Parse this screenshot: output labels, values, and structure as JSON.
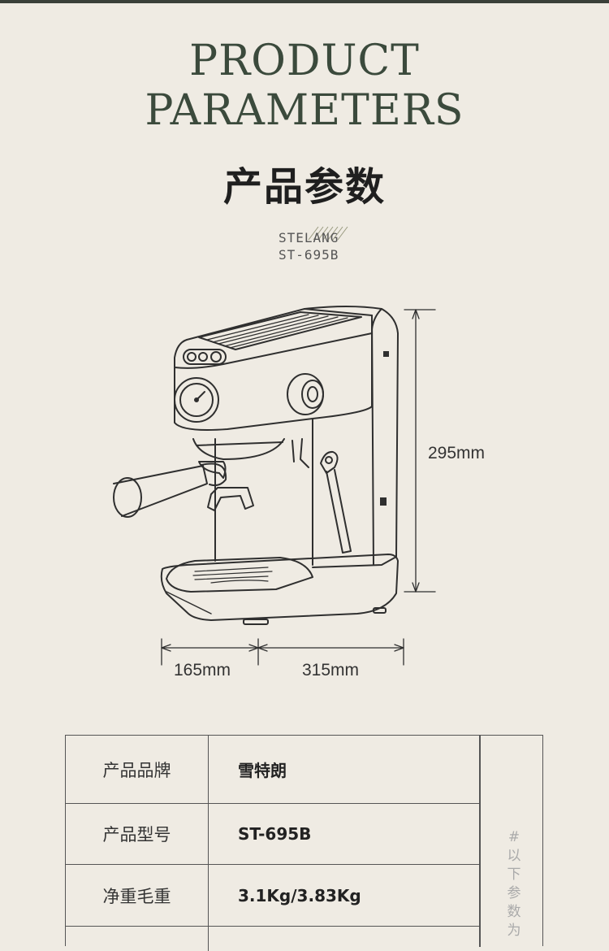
{
  "header": {
    "title_en_line1": "PRODUCT",
    "title_en_line2": "PARAMETERS",
    "title_cn": "产品参数"
  },
  "brand": {
    "name": "STELANG",
    "model": "ST-695B"
  },
  "dimensions": {
    "height": "295mm",
    "depth": "165mm",
    "width": "315mm"
  },
  "table": {
    "rows": [
      {
        "label": "产品品牌",
        "value": "雪特朗"
      },
      {
        "label": "产品型号",
        "value": "ST-695B"
      },
      {
        "label": "净重毛重",
        "value": "3.1Kg/3.83Kg"
      }
    ],
    "side_note": "#以下参数为"
  },
  "colors": {
    "background": "#efebe3",
    "title_green": "#3b4a3c",
    "line": "#555555"
  }
}
